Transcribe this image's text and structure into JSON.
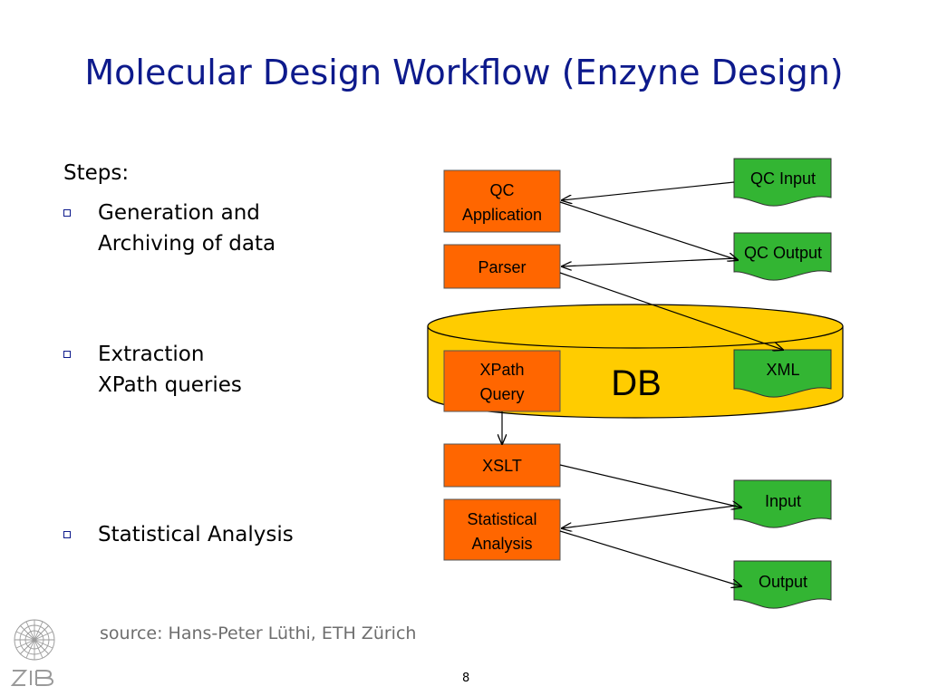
{
  "slide": {
    "title": "Molecular Design Workflow (Enzyne Design)",
    "steps_label": "Steps:",
    "bullets": [
      {
        "line1": "Generation and",
        "line2": "Archiving of data"
      },
      {
        "line1": "Extraction",
        "line2": "XPath queries"
      },
      {
        "line1": "Statistical Analysis",
        "line2": ""
      }
    ],
    "source": "source: Hans-Peter Lüthi, ETH Zürich",
    "page_number": "8"
  },
  "diagram": {
    "db_label": "DB",
    "process_boxes": {
      "qc_application": [
        "QC",
        "Application"
      ],
      "parser": [
        "Parser"
      ],
      "xpath_query": [
        "XPath",
        "Query"
      ],
      "xslt": [
        "XSLT"
      ],
      "statistical_analysis": [
        "Statistical",
        "Analysis"
      ]
    },
    "documents": {
      "qc_input": "QC Input",
      "qc_output": "QC Output",
      "xml": "XML",
      "input": "Input",
      "output": "Output"
    },
    "colors": {
      "process_fill": "#ff6600",
      "document_fill": "#33b533",
      "db_fill": "#ffcc00",
      "title": "#0d1a8c"
    }
  },
  "logo": {
    "text": "ZIB"
  }
}
